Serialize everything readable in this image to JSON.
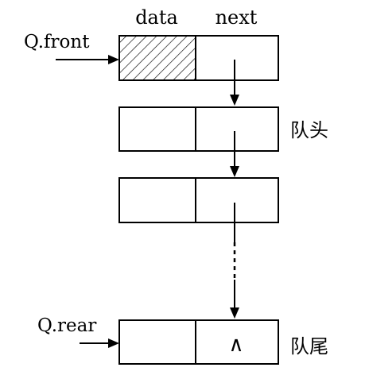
{
  "header": {
    "data_label": "data",
    "next_label": "next"
  },
  "pointers": {
    "front": "Q.front",
    "rear": "Q.rear"
  },
  "labels": {
    "queue_head": "队头",
    "queue_tail": "队尾"
  },
  "null_symbol": "∧"
}
